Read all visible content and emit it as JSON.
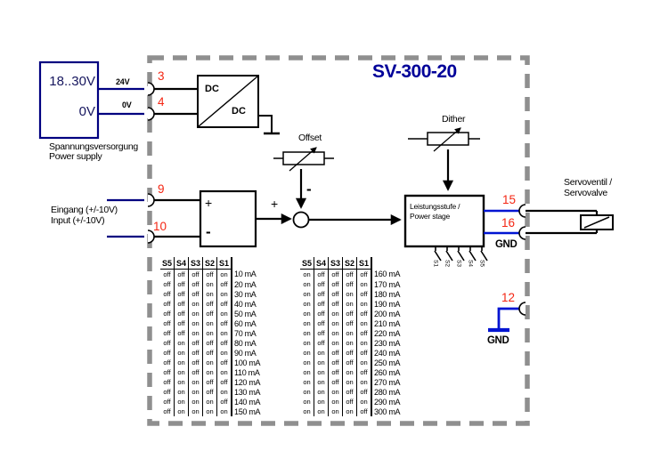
{
  "title": "SV-300-20",
  "power_supply": {
    "voltage_range": "18..30V",
    "zero_volt": "0V",
    "label_de": "Spannungsversorgung",
    "label_en": "Power supply",
    "wire_24v": "24V",
    "wire_0v": "0V",
    "pin_24v": "3",
    "pin_0v": "4"
  },
  "dcdc": {
    "dc_top": "DC",
    "dc_bottom": "DC"
  },
  "input": {
    "label_de": "Eingang (+/-10V)",
    "label_en": "Input (+/-10V)",
    "pin_plus": "9",
    "pin_minus": "10",
    "amp_plus": "+",
    "amp_minus": "-"
  },
  "summing": {
    "plus": "+",
    "minus": "-"
  },
  "offset": {
    "label": "Offset"
  },
  "dither": {
    "label": "Dither"
  },
  "power_stage": {
    "label_line1": "Leistungsstufe /",
    "label_line2": "Power stage",
    "pin_out_a": "15",
    "pin_out_b": "16",
    "gnd_label": "GND",
    "switches": [
      "S1",
      "S2",
      "S3",
      "S4",
      "S5"
    ]
  },
  "servovalve": {
    "label_line1": "Servoventil /",
    "label_line2": "Servovalve"
  },
  "signal_gnd": {
    "pin": "12",
    "label": "GND"
  },
  "current_tables": [
    {
      "headers": [
        "S5",
        "S4",
        "S3",
        "S2",
        "S1"
      ],
      "rows": [
        [
          "off",
          "off",
          "off",
          "off",
          "on",
          "10 mA"
        ],
        [
          "off",
          "off",
          "off",
          "on",
          "off",
          "20 mA"
        ],
        [
          "off",
          "off",
          "off",
          "on",
          "on",
          "30 mA"
        ],
        [
          "off",
          "off",
          "on",
          "off",
          "off",
          "40 mA"
        ],
        [
          "off",
          "off",
          "on",
          "off",
          "on",
          "50 mA"
        ],
        [
          "off",
          "off",
          "on",
          "on",
          "off",
          "60 mA"
        ],
        [
          "off",
          "off",
          "on",
          "on",
          "on",
          "70 mA"
        ],
        [
          "off",
          "on",
          "off",
          "off",
          "off",
          "80 mA"
        ],
        [
          "off",
          "on",
          "off",
          "off",
          "on",
          "90 mA"
        ],
        [
          "off",
          "on",
          "off",
          "on",
          "off",
          "100 mA"
        ],
        [
          "off",
          "on",
          "off",
          "on",
          "on",
          "110 mA"
        ],
        [
          "off",
          "on",
          "on",
          "off",
          "off",
          "120 mA"
        ],
        [
          "off",
          "on",
          "on",
          "off",
          "on",
          "130 mA"
        ],
        [
          "off",
          "on",
          "on",
          "on",
          "off",
          "140 mA"
        ],
        [
          "off",
          "on",
          "on",
          "on",
          "on",
          "150 mA"
        ]
      ]
    },
    {
      "headers": [
        "S5",
        "S4",
        "S3",
        "S2",
        "S1"
      ],
      "rows": [
        [
          "on",
          "off",
          "off",
          "off",
          "off",
          "160 mA"
        ],
        [
          "on",
          "off",
          "off",
          "off",
          "on",
          "170 mA"
        ],
        [
          "on",
          "off",
          "off",
          "on",
          "off",
          "180 mA"
        ],
        [
          "on",
          "off",
          "off",
          "on",
          "on",
          "190 mA"
        ],
        [
          "on",
          "off",
          "on",
          "off",
          "off",
          "200 mA"
        ],
        [
          "on",
          "off",
          "on",
          "off",
          "on",
          "210 mA"
        ],
        [
          "on",
          "off",
          "on",
          "on",
          "off",
          "220 mA"
        ],
        [
          "on",
          "off",
          "on",
          "on",
          "on",
          "230 mA"
        ],
        [
          "on",
          "on",
          "off",
          "off",
          "off",
          "240 mA"
        ],
        [
          "on",
          "on",
          "off",
          "off",
          "on",
          "250 mA"
        ],
        [
          "on",
          "on",
          "off",
          "on",
          "off",
          "260 mA"
        ],
        [
          "on",
          "on",
          "off",
          "on",
          "on",
          "270 mA"
        ],
        [
          "on",
          "on",
          "on",
          "off",
          "off",
          "280 mA"
        ],
        [
          "on",
          "on",
          "on",
          "off",
          "on",
          "290 mA"
        ],
        [
          "on",
          "on",
          "on",
          "on",
          "off",
          "300 mA"
        ]
      ]
    }
  ],
  "colors": {
    "pin_red": "#f42613",
    "wire_navy": "#000080",
    "wire_blue": "#0014d2",
    "title_blue": "#000099",
    "border_gray": "#8f8f8f"
  }
}
